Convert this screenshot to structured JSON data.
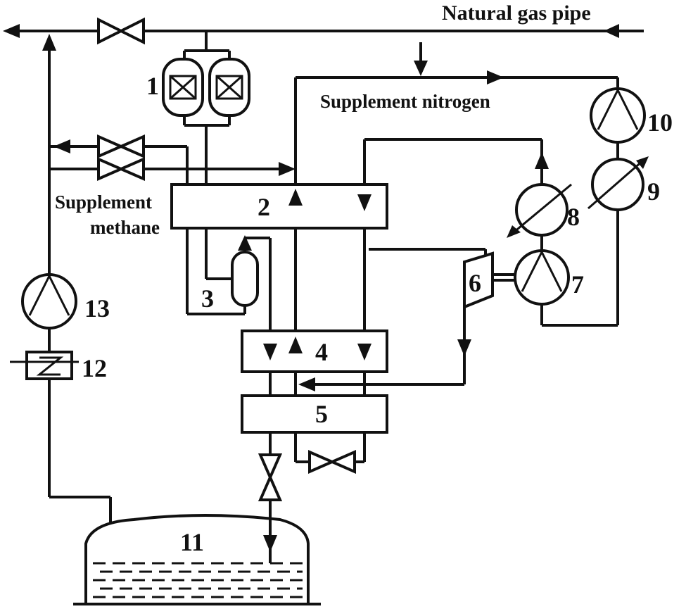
{
  "labels": {
    "natural_gas_pipe": "Natural gas pipe",
    "supplement_nitrogen": "Supplement nitrogen",
    "supplement_methane_line1": "Supplement",
    "supplement_methane_line2": "methane"
  },
  "component_numbers": {
    "purifier": "1",
    "hx_2": "2",
    "separator": "3",
    "hx_4": "4",
    "hx_5": "5",
    "expander": "6",
    "compressor_7": "7",
    "cooler_8": "8",
    "cooler_9": "9",
    "compressor_10": "10",
    "storage_tank": "11",
    "heater": "12",
    "compressor_13": "13"
  }
}
